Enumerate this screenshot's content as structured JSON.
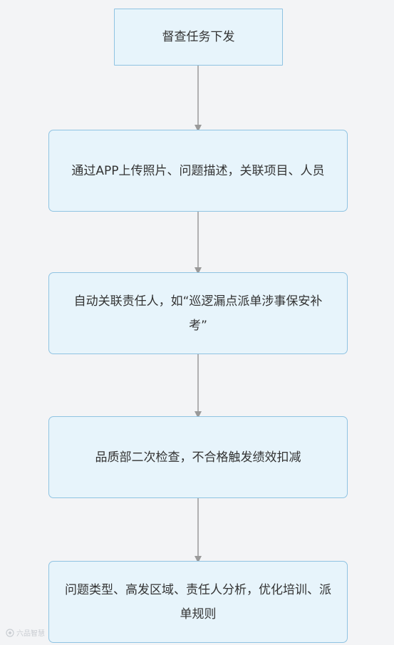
{
  "steps": [
    {
      "text": "督查任务下发"
    },
    {
      "text": "通过APP上传照片、问题描述，关联项目、人员"
    },
    {
      "text": "自动关联责任人，如“巡逻漏点派单涉事保安补考”"
    },
    {
      "text": "品质部二次检查，不合格触发绩效扣减"
    },
    {
      "text": "问题类型、高发区域、责任人分析，优化培训、派单规则"
    }
  ],
  "watermark": {
    "text": "六品智慧"
  },
  "colors": {
    "node_fill": "#e7f4fb",
    "node_border": "#8fc3e2",
    "arrow": "#9a9a9a",
    "text": "#333333"
  }
}
